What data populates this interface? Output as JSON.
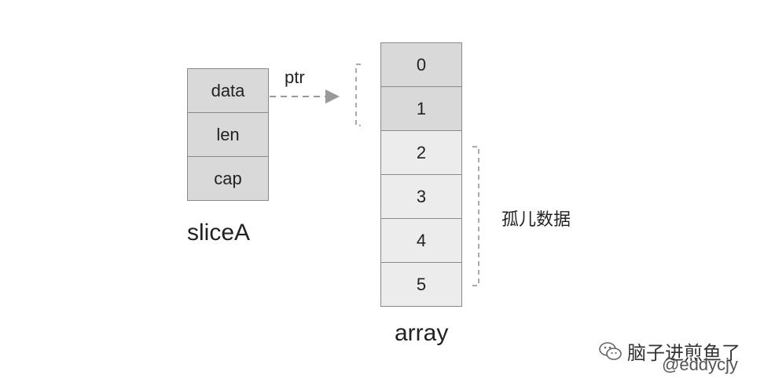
{
  "slice_struct": {
    "fields": [
      "data",
      "len",
      "cap"
    ],
    "name": "sliceA"
  },
  "pointer_label": "ptr",
  "array": {
    "cells": [
      "0",
      "1",
      "2",
      "3",
      "4",
      "5"
    ],
    "used_count": 2,
    "name": "array"
  },
  "orphan_label": "孤儿数据",
  "watermark": {
    "account": "脑子进煎鱼了",
    "handle": "@eddycjy",
    "icon": "wechat-icon"
  },
  "colors": {
    "used_cell": "#d9d9d9",
    "orphan_cell": "#ececec",
    "border": "#8a8a8a",
    "dashed": "#999999"
  }
}
